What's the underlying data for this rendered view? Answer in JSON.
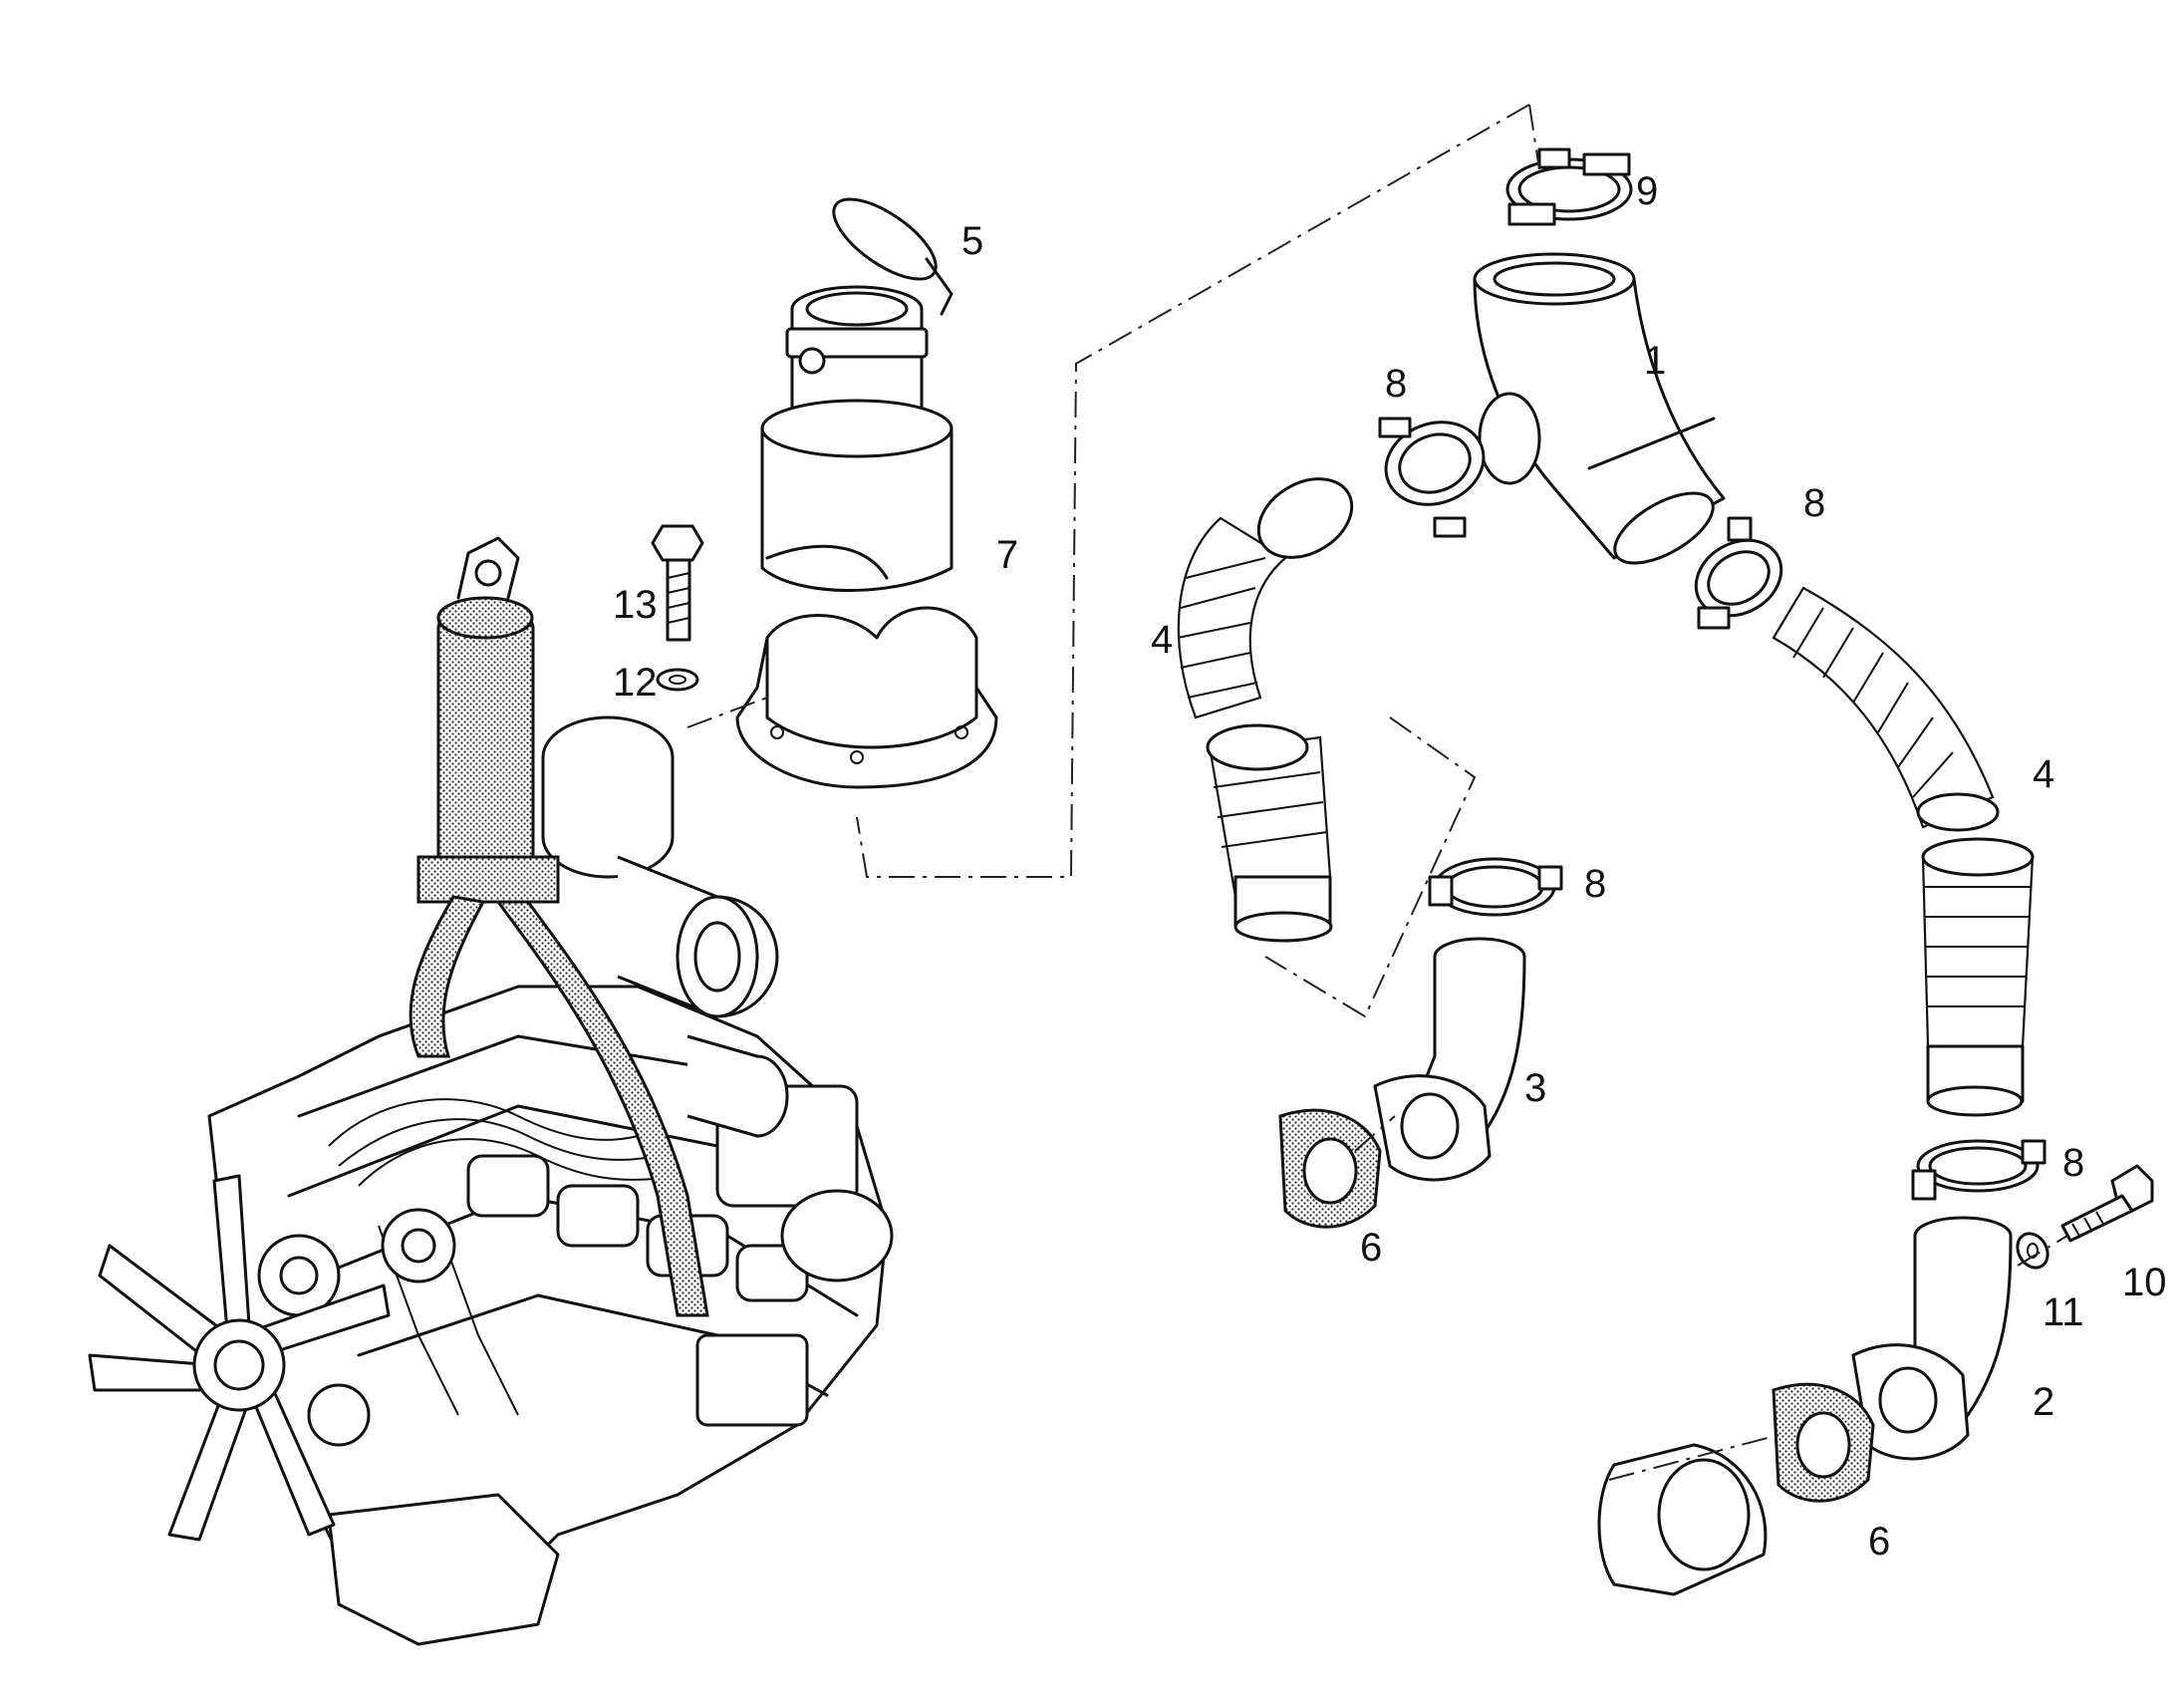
{
  "diagram": {
    "callouts": [
      {
        "id": "c1",
        "text": "1"
      },
      {
        "id": "c2",
        "text": "2"
      },
      {
        "id": "c3",
        "text": "3"
      },
      {
        "id": "c4a",
        "text": "4"
      },
      {
        "id": "c4b",
        "text": "4"
      },
      {
        "id": "c5",
        "text": "5"
      },
      {
        "id": "c6a",
        "text": "6"
      },
      {
        "id": "c6b",
        "text": "6"
      },
      {
        "id": "c7",
        "text": "7"
      },
      {
        "id": "c8a",
        "text": "8"
      },
      {
        "id": "c8b",
        "text": "8"
      },
      {
        "id": "c8c",
        "text": "8"
      },
      {
        "id": "c8d",
        "text": "8"
      },
      {
        "id": "c9",
        "text": "9"
      },
      {
        "id": "c10",
        "text": "10"
      },
      {
        "id": "c11",
        "text": "11"
      },
      {
        "id": "c12",
        "text": "12"
      },
      {
        "id": "c13",
        "text": "13"
      }
    ],
    "colors": {
      "ink": "#111111",
      "paper": "#ffffff"
    }
  }
}
